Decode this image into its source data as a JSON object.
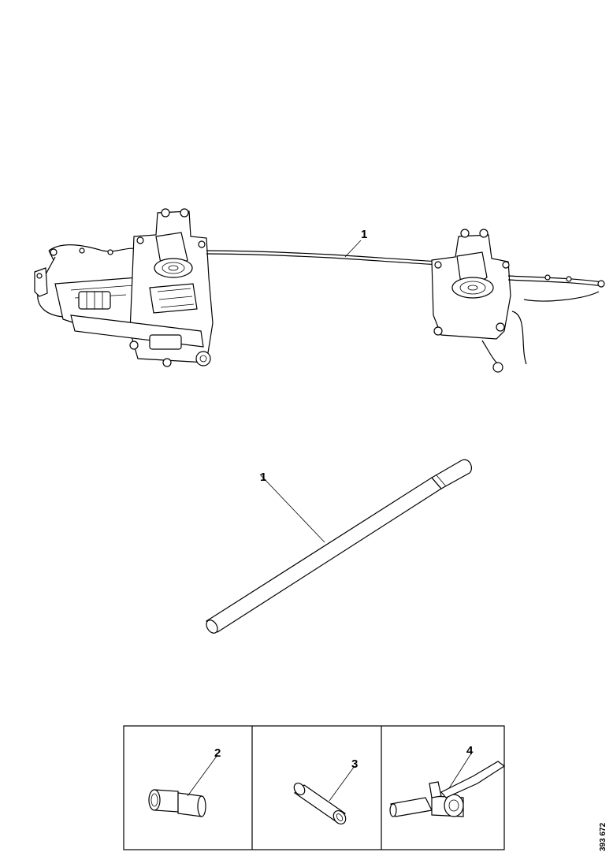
{
  "callouts": {
    "harness": "1",
    "rod": "1",
    "sleeve_a": "2",
    "sleeve_b": "3",
    "lever_tool": "4"
  },
  "reference_code": "393 672",
  "icons": {
    "harness": "wiper-mechanism-assembly",
    "rod": "linkage-rod",
    "sleeve_a": "stepped-bushing",
    "sleeve_b": "straight-bushing",
    "lever_tool": "lever-bracket-tool"
  }
}
